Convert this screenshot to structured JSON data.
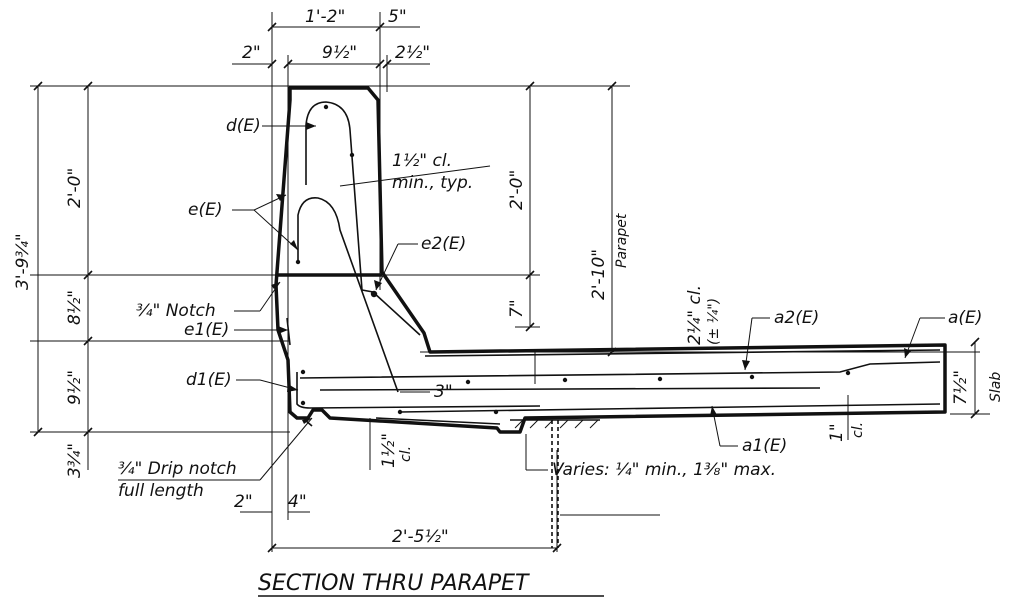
{
  "title": "SECTION THRU PARAPET",
  "dims": {
    "top_total": "1'-2\"",
    "top_right": "5\"",
    "two_in_top": "2\"",
    "nine_half": "9½\"",
    "two_half": "2½\"",
    "overall_height": "3'-9¾\"",
    "two_zero_left": "2'-0\"",
    "eight_half": "8½\"",
    "nine_half_left": "9½\"",
    "three_quarter": "3¾\"",
    "two_zero_inner": "2'-0\"",
    "seven": "7\"",
    "parapet_height": "2'-10\"",
    "parapet_word": "Parapet",
    "cover_2q": "2¼\" cl.",
    "cover_tol": "(± ¼\")",
    "slab_dim": "7½\"",
    "slab_word": "Slab",
    "three": "3\"",
    "one_half_cl": "1½\"",
    "cl": "cl.",
    "one_cl": "1\"",
    "two_bottom": "2\"",
    "four_bottom": "4\"",
    "width_total": "2'-5½\""
  },
  "labels": {
    "dE": "d(E)",
    "eE": "e(E)",
    "e2E": "e2(E)",
    "notch": "¾\" Notch",
    "e1E": "e1(E)",
    "d1E": "d1(E)",
    "a2E": "a2(E)",
    "aE": "a(E)",
    "a1E": "a1(E)",
    "clear_line1": "1½\" cl.",
    "clear_line2": "min., typ.",
    "drip_line1": "¾\" Drip notch",
    "drip_line2": "full length",
    "varies": "Varies: ¼\" min., 1⅜\" max."
  }
}
